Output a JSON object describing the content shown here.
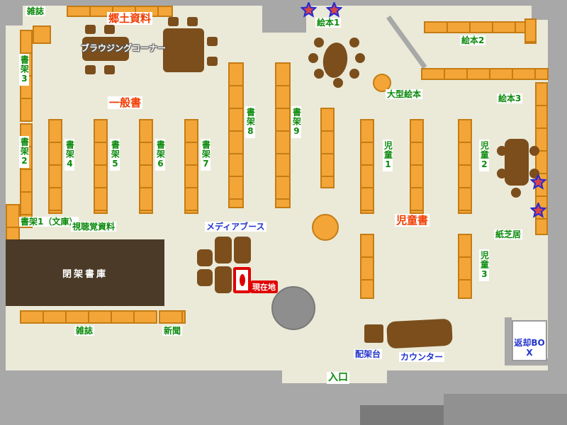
{
  "colors": {
    "floor": "#ebead9",
    "wall": "#a8a8a8",
    "shelf_fill": "#f3a637",
    "shelf_border": "#c57c14",
    "furniture_brown": "#7b4e1c",
    "closed_stacks_brown": "#4a3a27",
    "label_green": "#0b8a0b",
    "label_red": "#f23c00",
    "label_blue": "#2233cc",
    "current_location_red": "#e00000",
    "star_fill": "#d94545",
    "star_outline": "#2a2ad0"
  },
  "areas": {
    "local_materials": "郷土資料",
    "browsing_corner": "ブラウジングコーナー",
    "general_books": "一般書",
    "childrens_books": "児童書",
    "media_booth": "メディアブース",
    "closed_stacks": "閉架書庫",
    "audiovisual": "視聴覚資料",
    "large_picture_books": "大型絵本",
    "kamishibai": "紙芝居",
    "entrance": "入口",
    "counter": "カウンター",
    "sorting_table": "配架台",
    "return_box": "返却BOX",
    "current_location": "現在地"
  },
  "shelves": {
    "magazines_top": "雑誌",
    "shelf1_bunko": "書架1（文庫）",
    "shelf2": "書架2",
    "shelf3": "書架3",
    "shelf4": "書架4",
    "shelf5": "書架5",
    "shelf6": "書架6",
    "shelf7": "書架7",
    "shelf8": "書架8",
    "shelf9": "書架9",
    "picture_books_1": "絵本1",
    "picture_books_2": "絵本2",
    "picture_books_3": "絵本3",
    "children_1": "児童1",
    "children_2": "児童2",
    "children_3": "児童3",
    "magazines_bottom": "雑誌",
    "newspapers": "新聞"
  }
}
